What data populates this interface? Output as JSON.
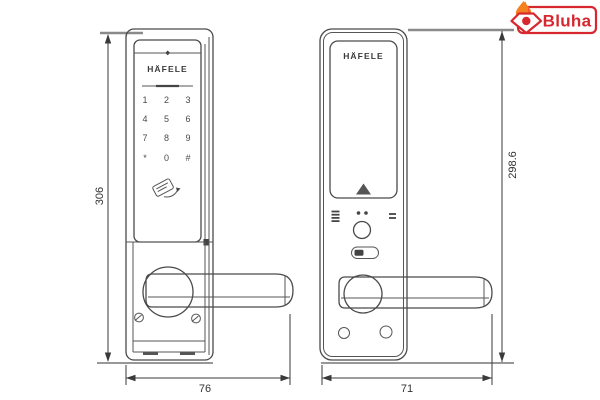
{
  "colors": {
    "accent_red": "#d7282f",
    "flame_orange": "#f58220",
    "drawing_line": "#4a4a4a",
    "dimension_text": "#333333"
  },
  "logo": {
    "text": "Bluha"
  },
  "front_view": {
    "brand": "HÄFELE",
    "keys": [
      "1",
      "2",
      "3",
      "4",
      "5",
      "6",
      "7",
      "8",
      "9",
      "*",
      "0",
      "#"
    ],
    "height_label": "306",
    "width_label": "76"
  },
  "back_view": {
    "brand": "HÄFELE",
    "height_label": "298.6",
    "width_label": "71"
  }
}
